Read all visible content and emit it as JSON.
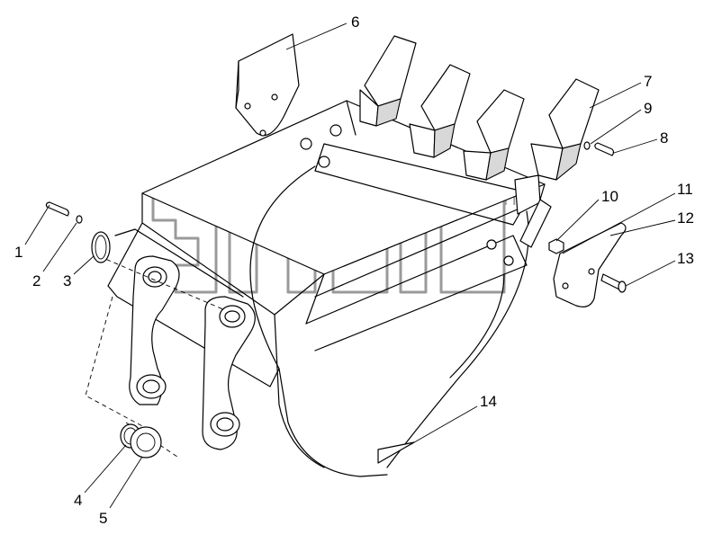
{
  "watermark": {
    "mark": "TM"
  },
  "callouts": [
    {
      "id": "1",
      "label": "1"
    },
    {
      "id": "2",
      "label": "2"
    },
    {
      "id": "3",
      "label": "3"
    },
    {
      "id": "4",
      "label": "4"
    },
    {
      "id": "5",
      "label": "5"
    },
    {
      "id": "6",
      "label": "6"
    },
    {
      "id": "7",
      "label": "7"
    },
    {
      "id": "8",
      "label": "8"
    },
    {
      "id": "9",
      "label": "9"
    },
    {
      "id": "10",
      "label": "10"
    },
    {
      "id": "11",
      "label": "11"
    },
    {
      "id": "12",
      "label": "12"
    },
    {
      "id": "13",
      "label": "13"
    },
    {
      "id": "14",
      "label": "14"
    }
  ]
}
